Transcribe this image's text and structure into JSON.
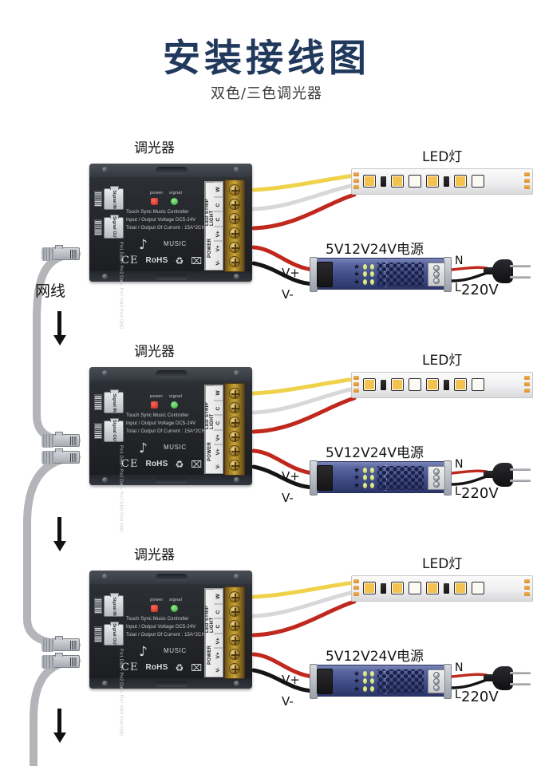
{
  "header": {
    "title": "安装接线图",
    "subtitle": "双色/三色调光器"
  },
  "labels": {
    "dimmer": "调光器",
    "led_light": "LED灯",
    "power_supply": "5V12V24V电源",
    "mains": "220V",
    "network_cable": "网线",
    "terminal_n": "N",
    "terminal_l": "L",
    "v_plus": "V+",
    "v_minus": "V-"
  },
  "controller": {
    "indicator_power": "power",
    "indicator_signal": "signal",
    "spec_line_1": "Touch Sync Music Controller",
    "spec_line_2": "Input / Output Voltage  DC5-24V",
    "spec_line_3": "Total / Output Of Current : 15A*2CH",
    "music_label": "MUSIC",
    "music_glyph": "♪",
    "clef_glyph": "𝄞",
    "cert_ce": "CE",
    "cert_rohs": "RoHS",
    "cert_recycle": "♻",
    "cert_weee": "⌧",
    "jack_in_label": "Signal IN",
    "jack_out_label": "Signal OUT",
    "pin_labels": "Pin1 Data+  Pin2 Data-  Pin7 GND  Pin8 GND",
    "terminal_group_strip": "LED STRIP LIGHT",
    "terminal_group_power": "POWER",
    "terminal_pins": [
      "W",
      "C",
      "C",
      "V+",
      "V+",
      "V-"
    ]
  },
  "colors": {
    "title": "#20395c",
    "wire_yellow": "#f0d24a",
    "wire_white": "#d7d8da",
    "wire_red": "#c0281e",
    "wire_black": "#151515",
    "wire_grey_cable": "#b4b5b9",
    "controller_body": "#25282d",
    "psu_body": "#3f4c85",
    "terminal_brass": "#c9a739"
  },
  "blocks": [
    {
      "id": "block-1"
    },
    {
      "id": "block-2"
    },
    {
      "id": "block-3"
    }
  ]
}
